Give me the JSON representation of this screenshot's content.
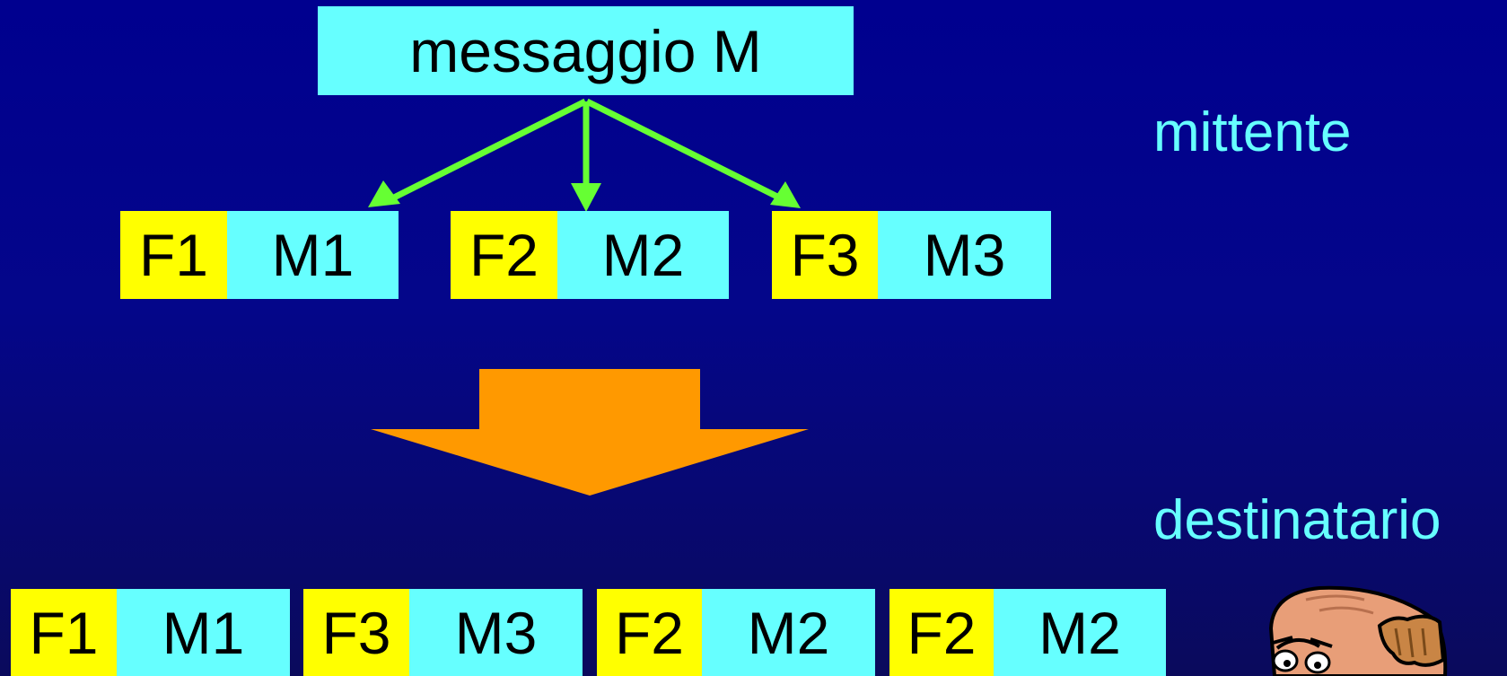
{
  "message": {
    "label": "messaggio M"
  },
  "sender_label": "mittente",
  "receiver_label": "destinatario",
  "sender_fragments": [
    {
      "header": "F1",
      "payload": "M1"
    },
    {
      "header": "F2",
      "payload": "M2"
    },
    {
      "header": "F3",
      "payload": "M3"
    }
  ],
  "received_fragments": [
    {
      "header": "F1",
      "payload": "M1"
    },
    {
      "header": "F3",
      "payload": "M3"
    },
    {
      "header": "F2",
      "payload": "M2"
    },
    {
      "header": "F2",
      "payload": "M2"
    }
  ],
  "colors": {
    "background": "#00008f",
    "payload": "#66ffff",
    "header": "#ffff00",
    "split_arrows": "#66ff33",
    "transition_arrow": "#ff9900",
    "labels": "#66ffff"
  },
  "icons": {
    "receiver_character": "confused-bald-man-icon"
  }
}
